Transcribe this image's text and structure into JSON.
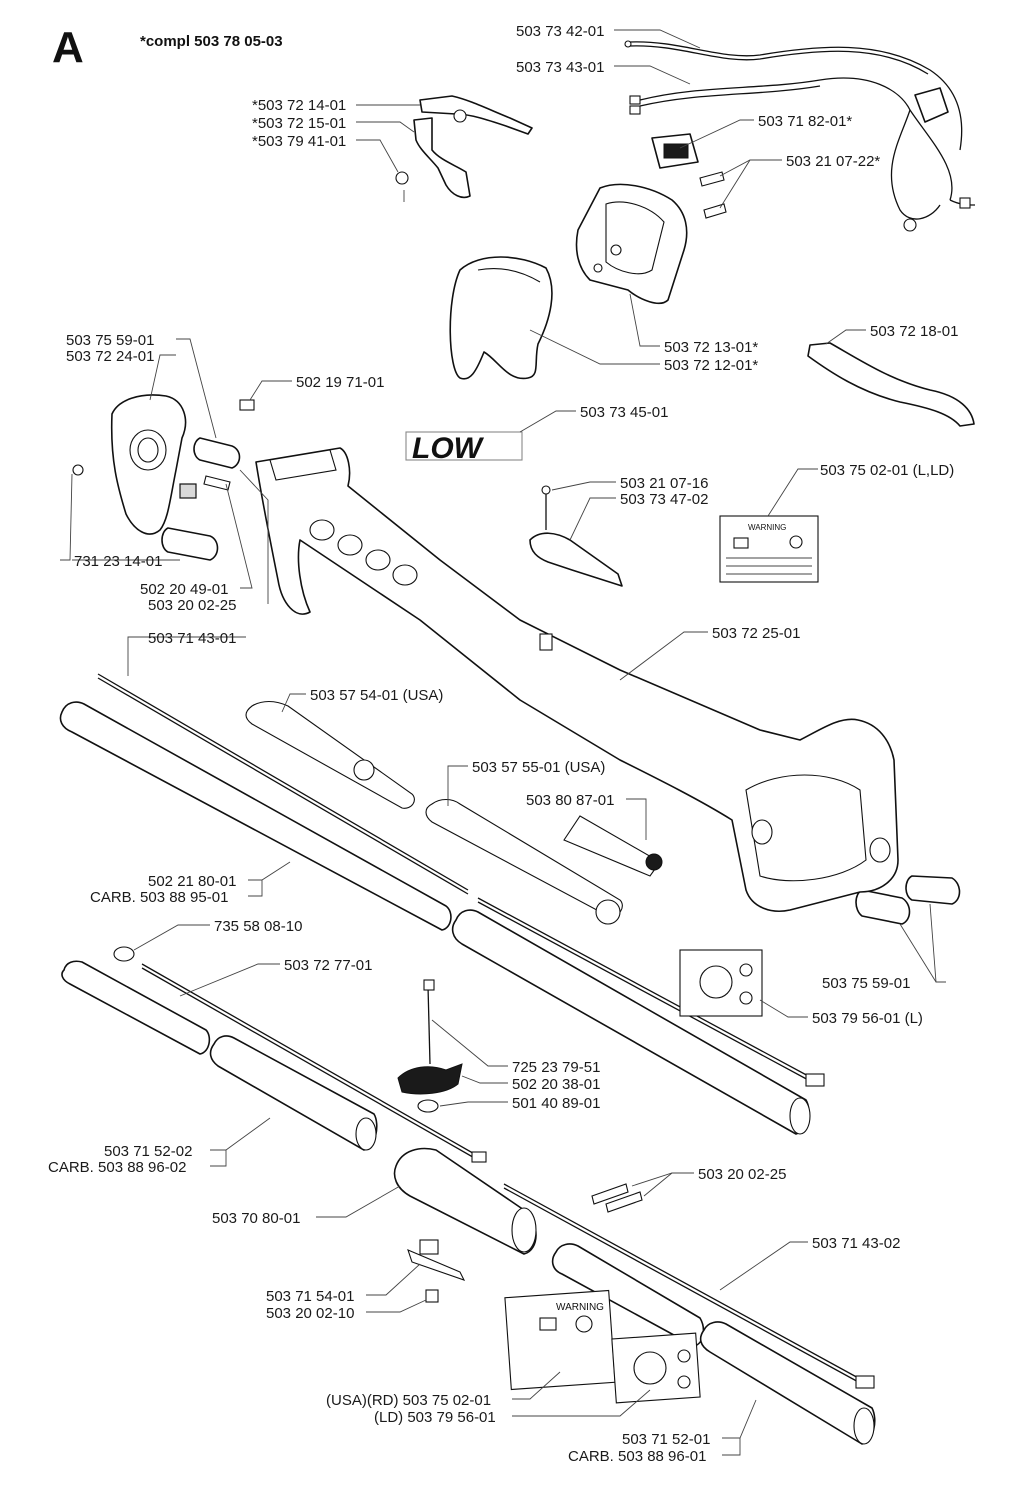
{
  "section_letter": "A",
  "note": "*compl 503 78 05-03",
  "logo_text": "LOW",
  "decal_warning_text": "WARNING",
  "labels": [
    "503 73 42-01",
    "503 73 43-01",
    "*503 72 14-01",
    "*503 72 15-01",
    "*503 79 41-01",
    "503 71 82-01*",
    "503 21 07-22*",
    "503 72 13-01*",
    "503 72 12-01*",
    "503 72 18-01",
    "503 75 59-01",
    "503 72 24-01",
    "502 19 71-01",
    "503 73 45-01",
    "503 21 07-16",
    "503 73 47-02",
    "503 75 02-01 (L,LD)",
    "731 23 14-01",
    "502 20 49-01",
    "503 20 02-25",
    "503 71 43-01",
    "503 72 25-01",
    "503 57 54-01 (USA)",
    "503 57 55-01 (USA)",
    "503 80 87-01",
    "502 21 80-01",
    "CARB. 503 88 95-01",
    "735 58 08-10",
    "503 72 77-01",
    "503 75 59-01",
    "503 79 56-01 (L)",
    "725 23 79-51",
    "502 20 38-01",
    "501 40 89-01",
    "503 71 52-02",
    "CARB. 503 88 96-02",
    "503 20 02-25",
    "503 70 80-01",
    "503 71 43-02",
    "503 71 54-01",
    "503 20 02-10",
    "(USA)(RD) 503 75 02-01",
    "(LD) 503 79 56-01",
    "503 71 52-01",
    "CARB. 503 88 96-01"
  ]
}
